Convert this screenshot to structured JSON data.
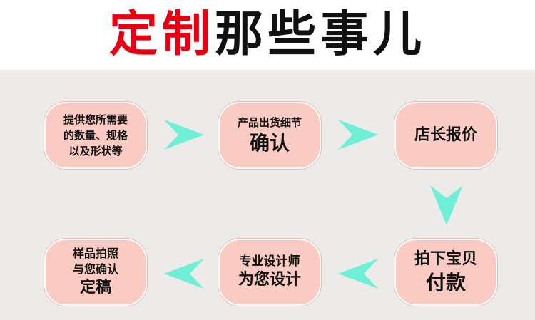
{
  "title": {
    "part_red": "定制",
    "part_black": "那些事儿"
  },
  "colors": {
    "accent": "#e60012",
    "box": "#f9cbc2",
    "arrow": "#6ff0d6",
    "panel": "#ecebea"
  },
  "steps": [
    {
      "lines": [
        "提供您所需要",
        "的数量、规格",
        "以及形状等"
      ]
    },
    {
      "line1": "产品出货细节",
      "line2": "确认"
    },
    {
      "line1": "店长报价"
    },
    {
      "line1": "拍下宝贝",
      "line2": "付款"
    },
    {
      "line1": "专业设计师",
      "line2": "为您设计"
    },
    {
      "lines": [
        "样品拍照",
        "与您确认"
      ],
      "emph": "定稿"
    }
  ],
  "arrows": [
    "arrow-right-icon",
    "arrow-right-icon",
    "arrow-down-icon",
    "arrow-left-icon",
    "arrow-left-icon"
  ]
}
